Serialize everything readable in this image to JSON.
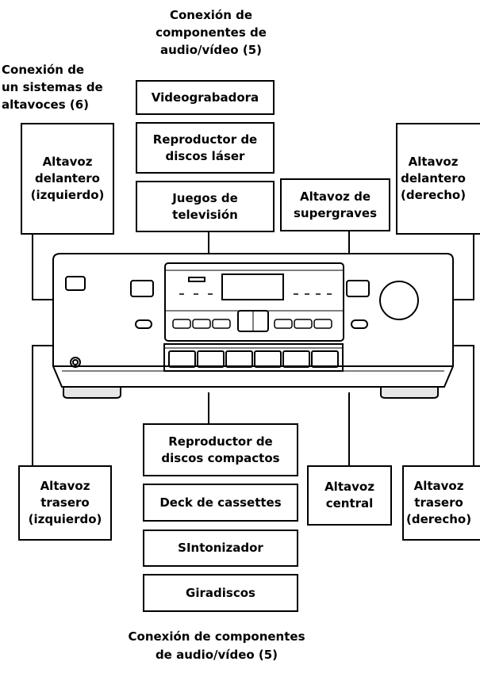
{
  "headers": {
    "top_av": "Conexión de\ncomponentes de\naudio/vídeo (5)",
    "speakers": "Conexión de\nun sistemas de\naltavoces (6)",
    "bottom_av": "Conexión de componentes\nde audio/vídeo (5)"
  },
  "boxes": {
    "videograbadora": "Videograbadora",
    "laser": "Reproductor de\ndiscos láser",
    "juegos": "Juegos de\ntelevisión",
    "subwoofer": "Altavoz de\nsupergraves",
    "front_left": "Altavoz\ndelantero\n(izquierdo)",
    "front_right": "Altavoz\ndelantero\n(derecho)",
    "cd": "Reproductor de\ndiscos compactos",
    "cassette": "Deck de cassettes",
    "tuner": "SIntonizador",
    "turntable": "Giradiscos",
    "center": "Altavoz\ncentral",
    "rear_left": "Altavoz\ntrasero\n(izquierdo)",
    "rear_right": "Altavoz\ntrasero\n(derecho)"
  }
}
